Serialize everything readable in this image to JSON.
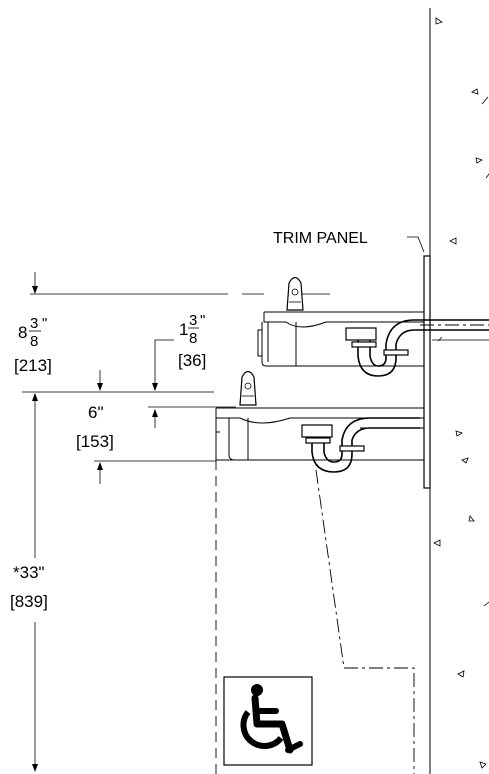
{
  "labels": {
    "trim_panel": "TRIM PANEL",
    "dim_upper_whole": "8",
    "dim_upper_num": "3",
    "dim_upper_den": "8",
    "dim_upper_unit": "\"",
    "dim_upper_mm": "[213]",
    "dim_offset_whole": "1",
    "dim_offset_num": "3",
    "dim_offset_den": "8",
    "dim_offset_unit": "\"",
    "dim_offset_mm": "[36]",
    "dim_lower": "6\"",
    "dim_lower_mm": "[153]",
    "dim_height": "*33\"",
    "dim_height_mm": "[839]"
  },
  "icons": {
    "accessibility": "wheelchair-accessibility-icon",
    "concrete": "concrete-aggregate-hatch"
  }
}
